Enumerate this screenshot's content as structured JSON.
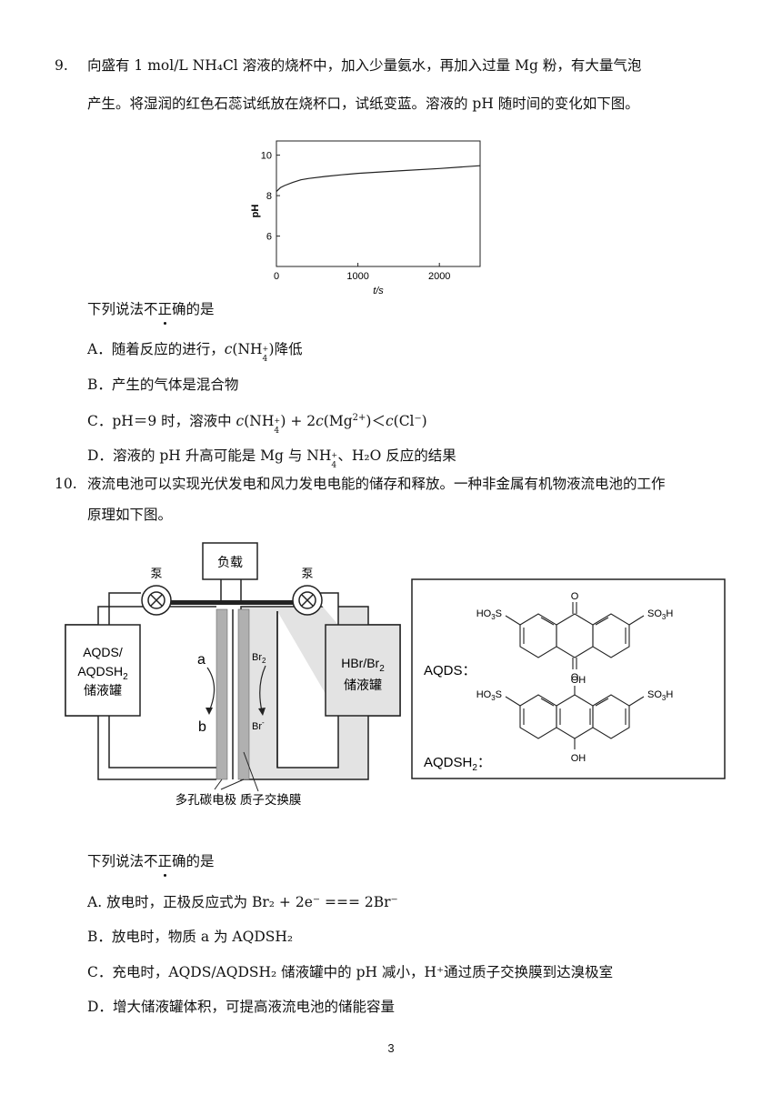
{
  "q9": {
    "number": "9.",
    "stem_line1": "向盛有 1 mol/L NH₄Cl 溶液的烧杯中，加入少量氨水，再加入过量 Mg 粉，有大量气泡",
    "stem_line2": "产生。将湿润的红色石蕊试纸放在烧杯口，试纸变蓝。溶液的 pH 随时间的变化如下图。",
    "prompt_pre": "下列说法",
    "prompt_emph": "不正确",
    "prompt_post": "的是",
    "options": [
      {
        "label": "A．",
        "text_pre": "随着反应的进行，",
        "text_c": "c",
        "text_mid": "(NH",
        "text_post": ")降低"
      },
      {
        "label": "B．",
        "text": "产生的气体是混合物"
      },
      {
        "label": "C．",
        "text_pre": "pH＝9 时，溶液中 ",
        "text_c": "c",
        "text_mid": "(NH",
        "text_mid2": ") + 2",
        "text_c2": "c",
        "text_mid3": "(Mg",
        "text_sup": "2+",
        "text_mid4": ")＜",
        "text_c3": "c",
        "text_post": "(Cl⁻)"
      },
      {
        "label": "D．",
        "text_pre": "溶液的 pH 升高可能是 Mg 与 NH",
        "text_post": "、H₂O 反应的结果"
      }
    ]
  },
  "chart_data": {
    "type": "line",
    "xlabel": "t/s",
    "ylabel": "pH",
    "xlim": [
      0,
      2500
    ],
    "ylim": [
      4.5,
      10.7
    ],
    "xticks": [
      0,
      1000,
      2000
    ],
    "yticks": [
      6,
      8,
      10
    ],
    "series": [
      {
        "x": [
          0,
          50,
          100,
          200,
          300,
          400,
          600,
          800,
          1000,
          1500,
          2000,
          2500
        ],
        "y": [
          8.2,
          8.4,
          8.5,
          8.65,
          8.78,
          8.85,
          8.95,
          9.03,
          9.1,
          9.22,
          9.34,
          9.48
        ]
      }
    ]
  },
  "q10": {
    "number": "10.",
    "stem_line1": "液流电池可以实现光伏发电和风力发电电能的储存和释放。一种非金属有机物液流电池的工作",
    "stem_line2": "原理如下图。",
    "diagram": {
      "load": "负载",
      "pump_left": "泵",
      "pump_right": "泵",
      "left_tank_line1": "AQDS/",
      "left_tank_line2": "AQDSH",
      "left_tank_line2_sub": "2",
      "left_tank_line3": "储液罐",
      "right_tank_line1": "HBr/Br",
      "right_tank_line1_sub": "2",
      "right_tank_line2": "储液罐",
      "label_a": "a",
      "label_b": "b",
      "label_br2": "Br",
      "label_br2_sub": "2",
      "label_brm": "Br",
      "label_brm_sup": "-",
      "caption": "多孔碳电极  质子交换膜"
    },
    "structures": {
      "aqds_label": "AQDS：",
      "aqdsh2_label": "AQDSH",
      "aqdsh2_label_sub": "2",
      "aqdsh2_colon": "：",
      "ho3s": "HO",
      "ho3s_sub": "3",
      "ho3s_s": "S",
      "so3h": "SO",
      "so3h_sub": "3",
      "so3h_h": "H",
      "o": "O",
      "oh": "OH"
    },
    "prompt_pre": "下列说法",
    "prompt_emph": "不正确",
    "prompt_post": "的是",
    "options": [
      {
        "label": "A. ",
        "text": "放电时，正极反应式为 Br₂ + 2e⁻ === 2Br⁻"
      },
      {
        "label": "B．",
        "text": "放电时，物质 a 为 AQDSH₂"
      },
      {
        "label": "C．",
        "text": "充电时，AQDS/AQDSH₂ 储液罐中的 pH 减小，H⁺通过质子交换膜到达溴极室"
      },
      {
        "label": "D．",
        "text": "增大储液罐体积，可提高液流电池的储能容量"
      }
    ]
  },
  "page_number": "3"
}
